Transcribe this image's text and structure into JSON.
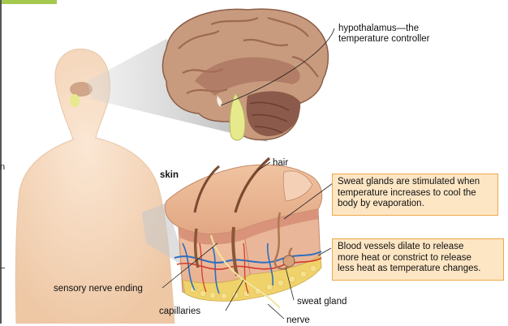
{
  "labels": {
    "hypothalamus_line1": "hypothalamus—the",
    "hypothalamus_line2": "temperature controller",
    "hair": "hair",
    "skin": "skin",
    "sensory_nerve": "sensory nerve ending",
    "capillaries": "capillaries",
    "nerve": "nerve",
    "sweat_gland": "sweat gland",
    "cut_letter": "n"
  },
  "callouts": {
    "sweat": [
      "Sweat glands are stimulated when",
      "temperature increases to cool the",
      "body by evaporation."
    ],
    "vessels": [
      "Blood vessels dilate to release",
      "more heat or constrict to release",
      "less heat as temperature changes."
    ]
  },
  "colors": {
    "callout_fill": "#fde6c4",
    "callout_border": "#f0a84a",
    "skin_tone": "#f3cfa8",
    "brain": "#c99b7e",
    "cerebellum": "#8b5a4a",
    "vessel_blue": "#2b6fc2",
    "vessel_red": "#d33b2c",
    "fat_yellow": "#f0d26a",
    "tab_green": "#a5c84e"
  }
}
